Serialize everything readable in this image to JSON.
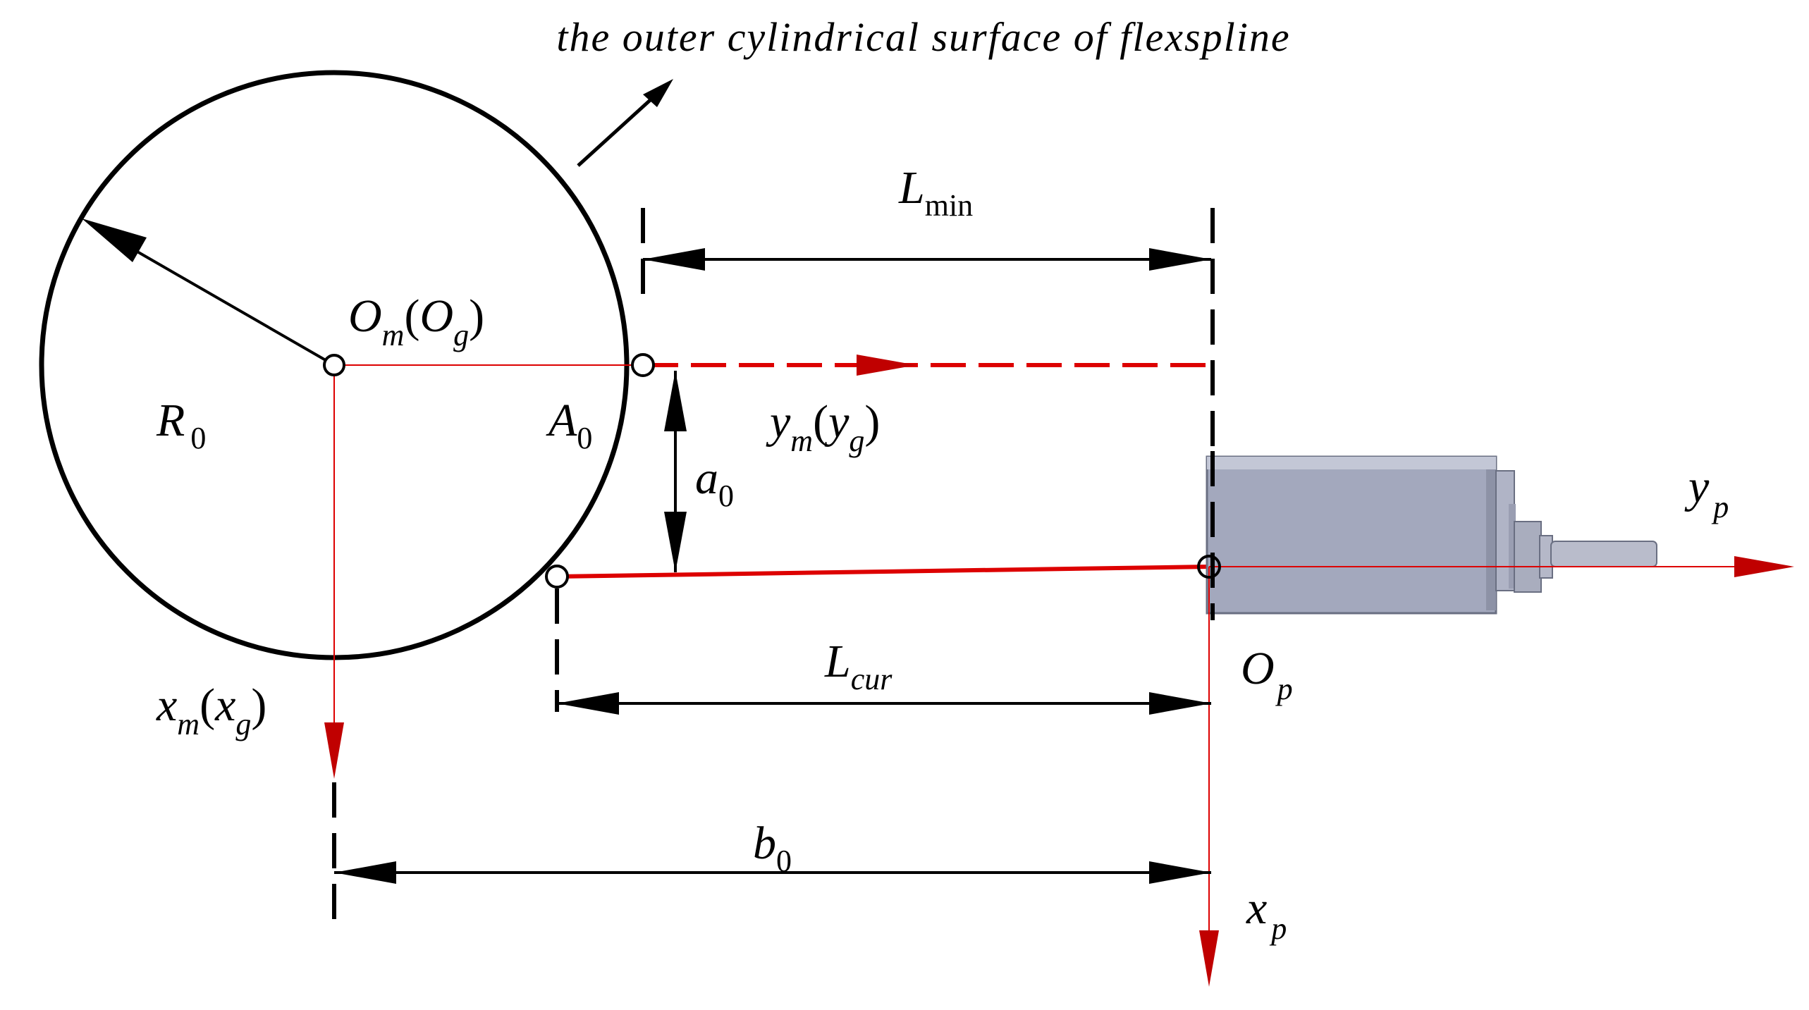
{
  "caption": "the outer cylindrical surface of flexspline",
  "labels": {
    "L_min": {
      "main": "L",
      "sub": "min"
    },
    "O_m_O_g": {
      "main": "O",
      "sub": "m",
      "paren_main": "O",
      "paren_sub": "g"
    },
    "R_0": {
      "main": "R",
      "sub": "0"
    },
    "A_0": {
      "main": "A",
      "sub": "0"
    },
    "y_m_y_g": {
      "main": "y",
      "sub": "m",
      "paren_main": "y",
      "paren_sub": "g"
    },
    "a_0": {
      "main": "a",
      "sub": "0"
    },
    "y_p": {
      "main": "y",
      "sub": "p"
    },
    "L_cur": {
      "main": "L",
      "sub": "cur"
    },
    "O_p": {
      "main": "O",
      "sub": "p"
    },
    "x_m_x_g": {
      "main": "x",
      "sub": "m",
      "paren_main": "x",
      "paren_sub": "g"
    },
    "b_0": {
      "main": "b",
      "sub": "0"
    },
    "x_p": {
      "main": "x",
      "sub": "p"
    }
  },
  "colors": {
    "line": "#000000",
    "axis_red": "#dd0000",
    "arrow_red": "#c00000",
    "motor_body": "#a3a8bd",
    "motor_edge": "#6a6f82",
    "motor_shaft": "#b9bccb"
  }
}
